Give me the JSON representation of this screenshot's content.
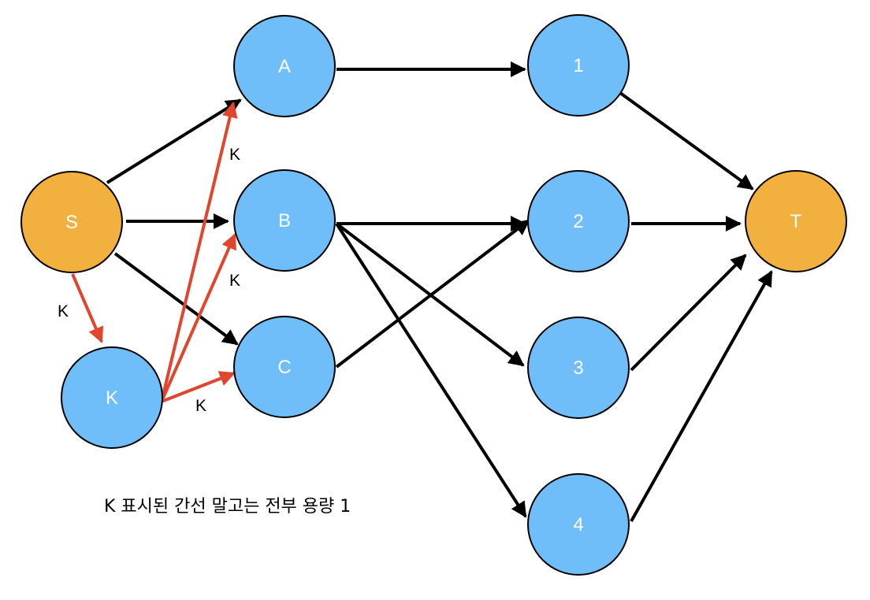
{
  "colors": {
    "terminal_fill": "#f2b03e",
    "node_fill": "#6fbdf9",
    "node_stroke": "#000000",
    "edge_default": "#000000",
    "edge_k": "#e0452d",
    "label_text": "#ffffff"
  },
  "nodes": [
    {
      "id": "S",
      "label": "S",
      "role": "source"
    },
    {
      "id": "K",
      "label": "K",
      "role": "inner"
    },
    {
      "id": "A",
      "label": "A",
      "role": "inner"
    },
    {
      "id": "B",
      "label": "B",
      "role": "inner"
    },
    {
      "id": "C",
      "label": "C",
      "role": "inner"
    },
    {
      "id": "1",
      "label": "1",
      "role": "inner"
    },
    {
      "id": "2",
      "label": "2",
      "role": "inner"
    },
    {
      "id": "3",
      "label": "3",
      "role": "inner"
    },
    {
      "id": "4",
      "label": "4",
      "role": "inner"
    },
    {
      "id": "T",
      "label": "T",
      "role": "sink"
    }
  ],
  "edges": [
    {
      "from": "S",
      "to": "A",
      "capacity": ""
    },
    {
      "from": "S",
      "to": "B",
      "capacity": ""
    },
    {
      "from": "S",
      "to": "C",
      "capacity": ""
    },
    {
      "from": "S",
      "to": "K",
      "capacity": "K"
    },
    {
      "from": "K",
      "to": "A",
      "capacity": "K"
    },
    {
      "from": "K",
      "to": "B",
      "capacity": "K"
    },
    {
      "from": "K",
      "to": "C",
      "capacity": "K"
    },
    {
      "from": "A",
      "to": "1",
      "capacity": ""
    },
    {
      "from": "B",
      "to": "2",
      "capacity": ""
    },
    {
      "from": "B",
      "to": "3",
      "capacity": ""
    },
    {
      "from": "B",
      "to": "4",
      "capacity": ""
    },
    {
      "from": "C",
      "to": "2",
      "capacity": ""
    },
    {
      "from": "1",
      "to": "T",
      "capacity": ""
    },
    {
      "from": "2",
      "to": "T",
      "capacity": ""
    },
    {
      "from": "3",
      "to": "T",
      "capacity": ""
    },
    {
      "from": "4",
      "to": "T",
      "capacity": ""
    }
  ],
  "note": "K 표시된 간선 말고는 전부 용량 1"
}
